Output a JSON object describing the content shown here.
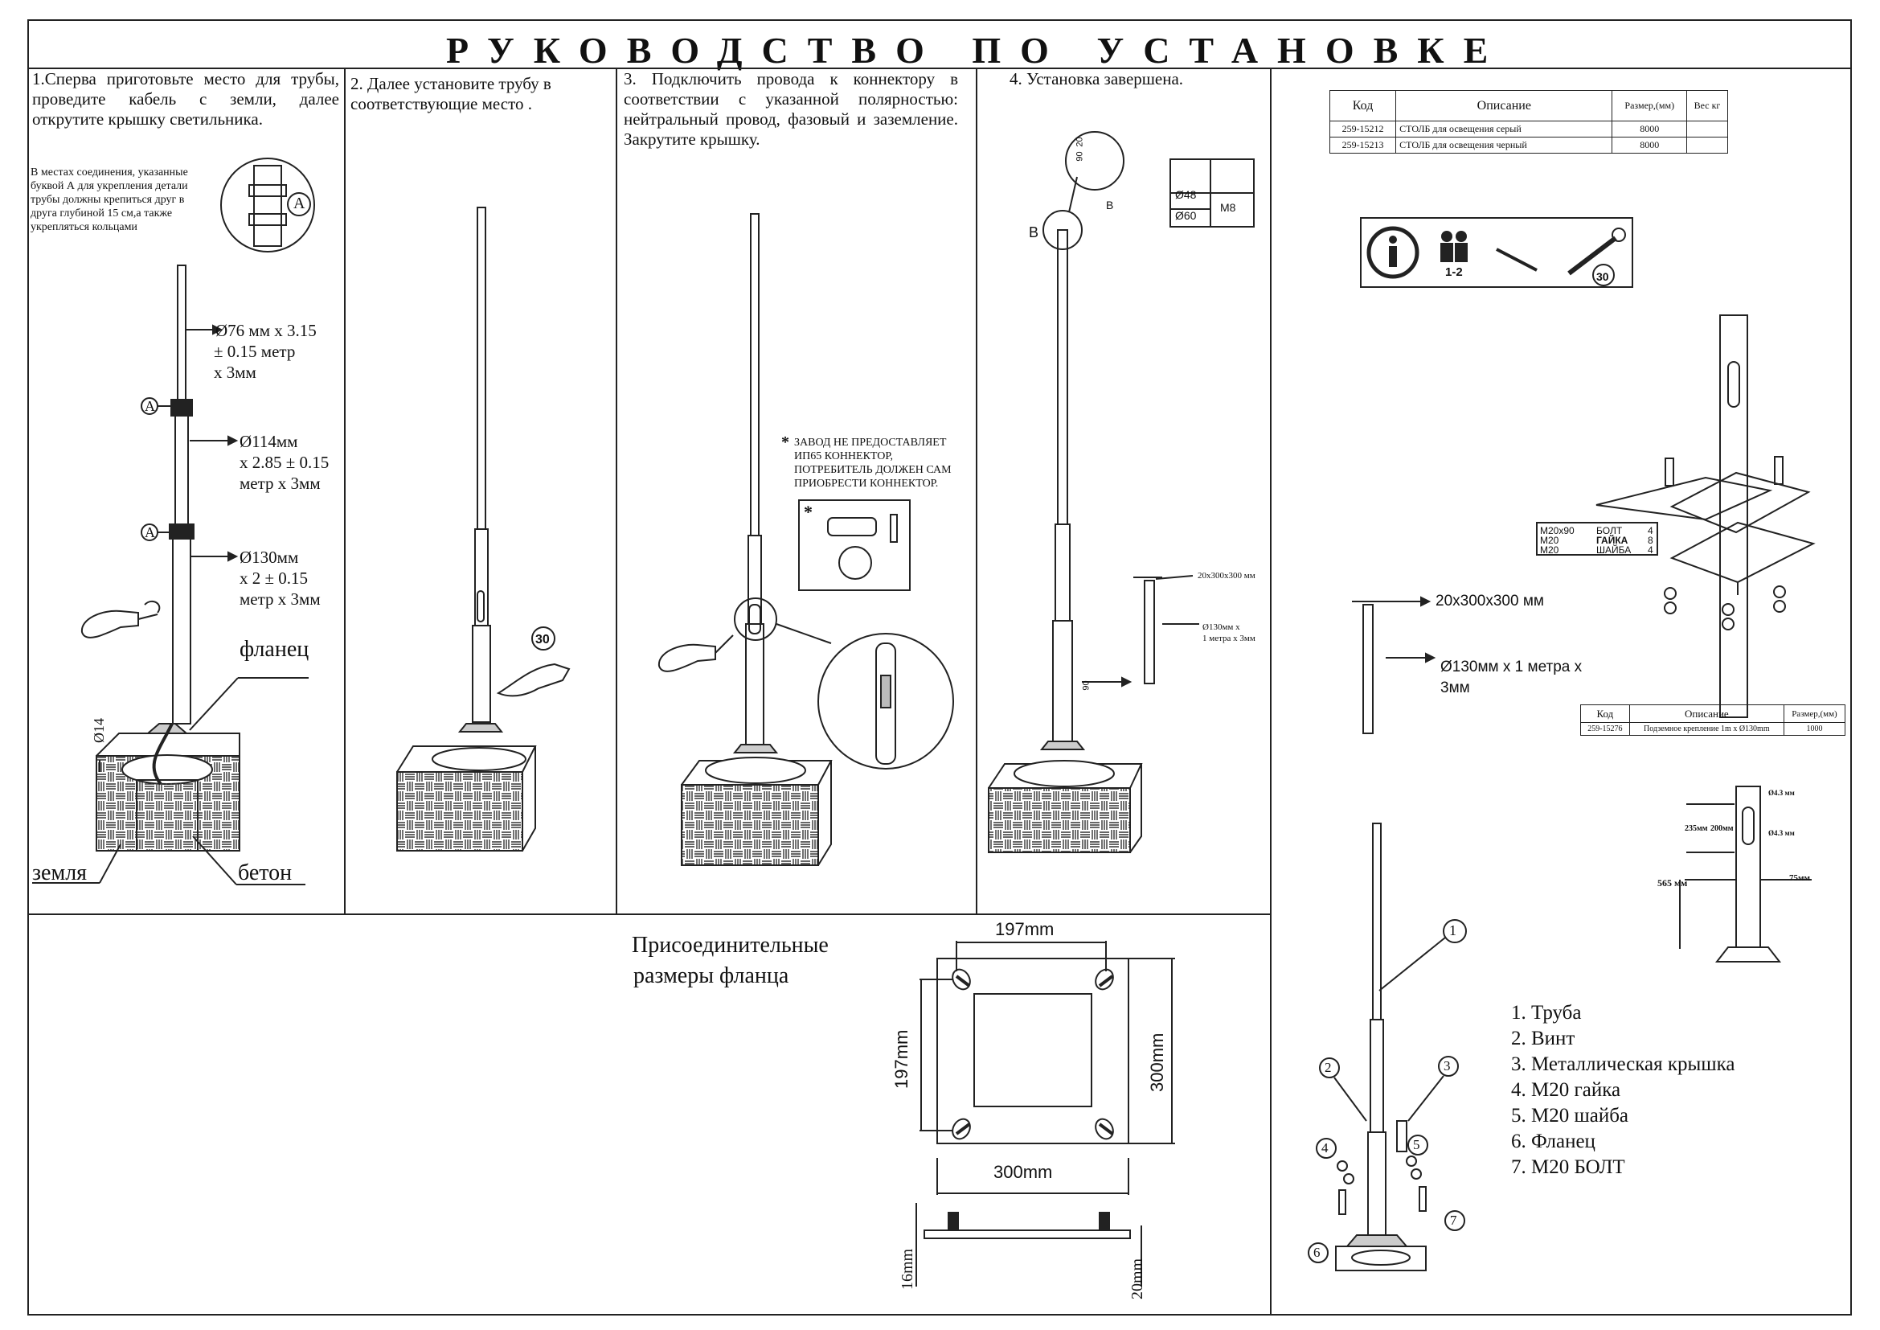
{
  "title": "РУКОВОДСТВО ПО УСТАНОВКЕ",
  "steps": {
    "s1": "1.Сперва приготовьте место для трубы, проведите кабель с земли, далее открутите крышку светильника.",
    "s1_note": "В местах соединения, указанные буквой А для укрепления детали трубы должны крепиться друг в друга глубиной 15 см,а также укрепляться кольцами",
    "s2": "2. Далее установите трубу в соответствующие место .",
    "s3": "3. Подключить провода к коннектору в соответствии с указанной полярностью: нейтральный провод, фазовый и заземление. Закрутите крышку.",
    "s4": "4. Установка завершена."
  },
  "pole_labels": {
    "d76_l1": "Ø76 мм x 3.15",
    "d76_l2": "± 0.15 метр",
    "d76_l3": "x 3мм",
    "d114_l1": "Ø114мм",
    "d114_l2": "x 2.85 ± 0.15",
    "d114_l3": "метр x 3мм",
    "d130_l1": "Ø130мм",
    "d130_l2": "x 2 ± 0.15",
    "d130_l3": "метр x 3мм",
    "marker_a": "A",
    "flange": "фланец",
    "ground": "земля",
    "concrete": "бетон",
    "dim_14": "Ø14"
  },
  "wrench_size": "30",
  "connector_note": {
    "star": "*",
    "l1": "ЗАВОД НЕ ПРЕДОСТАВЛЯЕТ",
    "l2": "ИП65 КОННЕКТОР,",
    "l3": "ПОТРЕБИТЕЛЬ ДОЛЖЕН САМ",
    "l4": "ПРИОБРЕСТИ КОННЕКТОР."
  },
  "step4": {
    "detail_b": "B",
    "dim_90": "90",
    "dim_20": "20",
    "d48": "Ø48",
    "d60": "Ø60",
    "m8": "M8",
    "anchor1": "20x300x300 мм",
    "anchor2_l1": "Ø130мм x",
    "anchor2_l2": "1 метра x 3мм",
    "dim_90b": "90"
  },
  "spec_table": {
    "headers": [
      "Код",
      "Описание",
      "Размер,(мм)",
      "Вес кг"
    ],
    "rows": [
      [
        "259-15212",
        "СТОЛБ для освещения серый",
        "8000",
        ""
      ],
      [
        "259-15213",
        "СТОЛБ для освещения черный",
        "8000",
        ""
      ]
    ]
  },
  "icons": {
    "persons": "1-2",
    "wrench": "30"
  },
  "bolt_table": {
    "rows": [
      [
        "M20x90",
        "БОЛТ",
        "4"
      ],
      [
        "M20",
        "ГАЙКА",
        "8"
      ],
      [
        "M20",
        "ШАЙБА",
        "4"
      ]
    ]
  },
  "anchor_big": {
    "l1": "20x300x300 мм",
    "l2": "Ø130мм x 1 метра x",
    "l3": "3мм"
  },
  "anchor_table": {
    "headers": [
      "Код",
      "Описание",
      "Размер,(мм)"
    ],
    "rows": [
      [
        "259-15276",
        "Подземное крепление 1m x Ø130mm",
        "1000"
      ]
    ]
  },
  "door_dims": {
    "d235": "235мм",
    "d200": "200мм",
    "d565": "565 мм",
    "d75": "75мм",
    "d43a": "Ø4.3 мм",
    "d43b": "Ø4.3 мм"
  },
  "flange": {
    "title_l1": "Присоединительные",
    "title_l2": "размеры фланца",
    "w197": "197mm",
    "h197": "197mm",
    "w300": "300mm",
    "h300": "300mm",
    "t16": "16mm",
    "t20": "20mm"
  },
  "parts": {
    "numbers": [
      "1",
      "2",
      "3",
      "4",
      "5",
      "6",
      "7"
    ],
    "items": [
      "1. Труба",
      "2. Винт",
      "3. Металлическая крышка",
      "4. M20 гайка",
      "5. M20 шайба",
      "6. Фланец",
      "7. M20 БОЛТ"
    ]
  }
}
